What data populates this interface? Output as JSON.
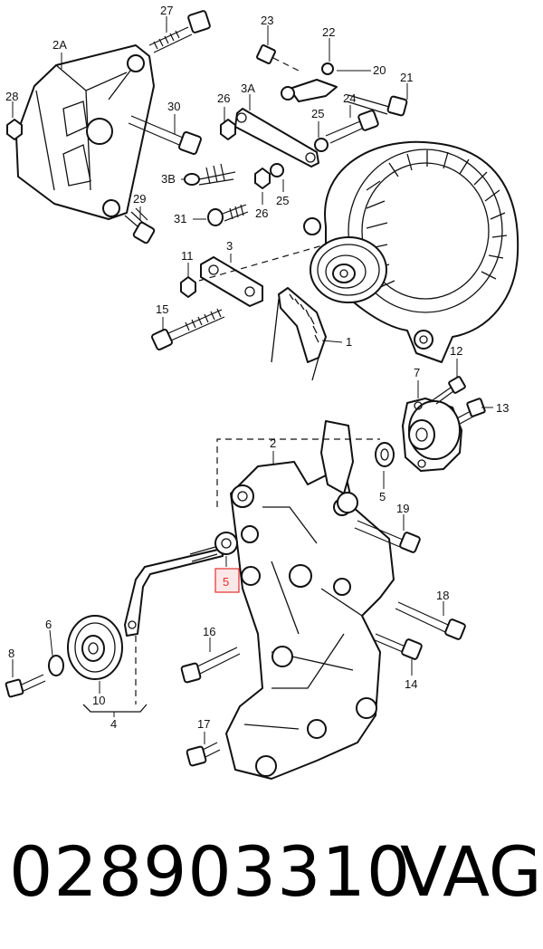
{
  "callouts": {
    "c27": "27",
    "c2A": "2A",
    "c23": "23",
    "c22": "22",
    "c20": "20",
    "c21": "21",
    "c28": "28",
    "c26a": "26",
    "c3A": "3A",
    "c24": "24",
    "c30": "30",
    "c25a": "25",
    "c3B": "3B",
    "c29": "29",
    "c26b": "26",
    "c25b": "25",
    "c31": "31",
    "c11": "11",
    "c3": "3",
    "c15": "15",
    "c1": "1",
    "c12": "12",
    "c7": "7",
    "c13": "13",
    "c2": "2",
    "c5a": "5",
    "c19": "19",
    "c5b": "5",
    "c18": "18",
    "c6": "6",
    "c8": "8",
    "c16": "16",
    "c10": "10",
    "c4": "4",
    "c14": "14",
    "c17": "17"
  },
  "highlight_color": "#e03030",
  "footer": {
    "part_number": "028903310",
    "brand": "VAG"
  }
}
